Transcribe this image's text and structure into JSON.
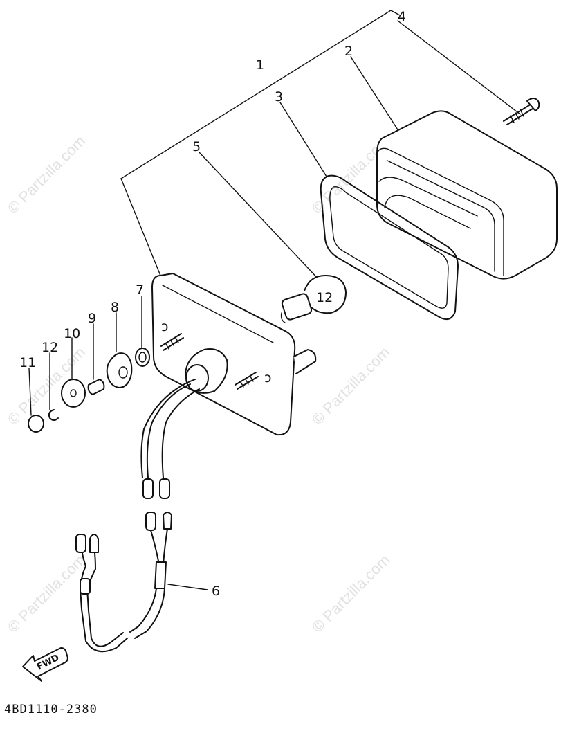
{
  "diagram": {
    "part_code": "4BD1110-2380",
    "fwd_label": "FWD",
    "watermark": "© Partzilla.com",
    "callouts": [
      {
        "id": "1",
        "label": "1"
      },
      {
        "id": "2",
        "label": "2"
      },
      {
        "id": "3",
        "label": "3"
      },
      {
        "id": "4",
        "label": "4"
      },
      {
        "id": "5",
        "label": "5"
      },
      {
        "id": "6",
        "label": "6"
      },
      {
        "id": "7",
        "label": "7"
      },
      {
        "id": "8",
        "label": "8"
      },
      {
        "id": "9",
        "label": "9"
      },
      {
        "id": "10",
        "label": "10"
      },
      {
        "id": "11",
        "label": "11"
      },
      {
        "id": "12",
        "label": "12"
      }
    ]
  }
}
